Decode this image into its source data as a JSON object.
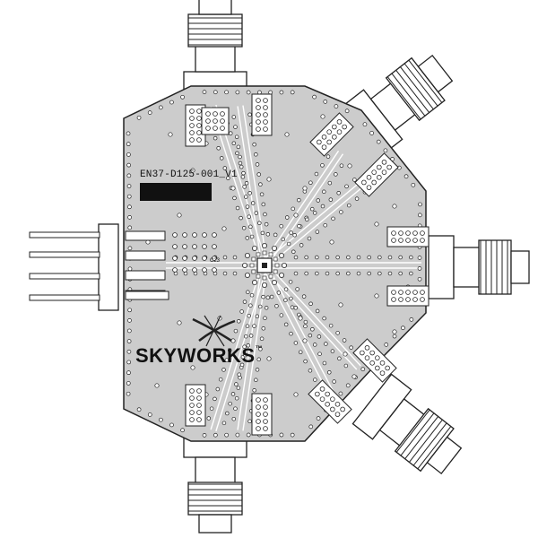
{
  "board": {
    "label": "EN37-D125-001_V1",
    "brand": "SKYWORKS",
    "brand_mark": "™",
    "component_ref": "C23",
    "colors": {
      "board": "#cccccc",
      "outline": "#222222",
      "ink": "#111111",
      "via": "#ffffff"
    }
  }
}
